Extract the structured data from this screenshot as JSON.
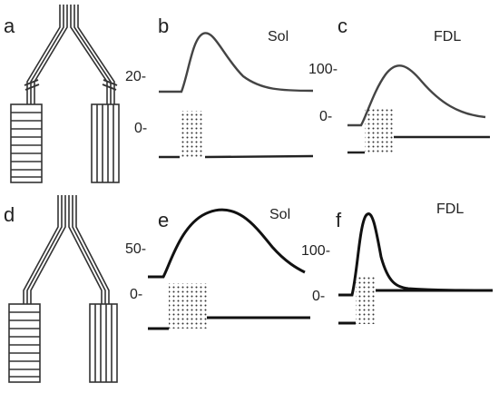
{
  "panels": {
    "a": {
      "letter": "a"
    },
    "b": {
      "letter": "b",
      "muscle": "Sol",
      "tick_top": "20-",
      "tick_bottom": "0-"
    },
    "c": {
      "letter": "c",
      "muscle": "FDL",
      "tick_top": "100-",
      "tick_bottom": "0-"
    },
    "d": {
      "letter": "d"
    },
    "e": {
      "letter": "e",
      "muscle": "Sol",
      "tick_top": "50-",
      "tick_bottom": "0-"
    },
    "f": {
      "letter": "f",
      "muscle": "FDL",
      "tick_top": "100-",
      "tick_bottom": "0-"
    }
  },
  "colors": {
    "ink": "#222222",
    "background": "#ffffff"
  }
}
